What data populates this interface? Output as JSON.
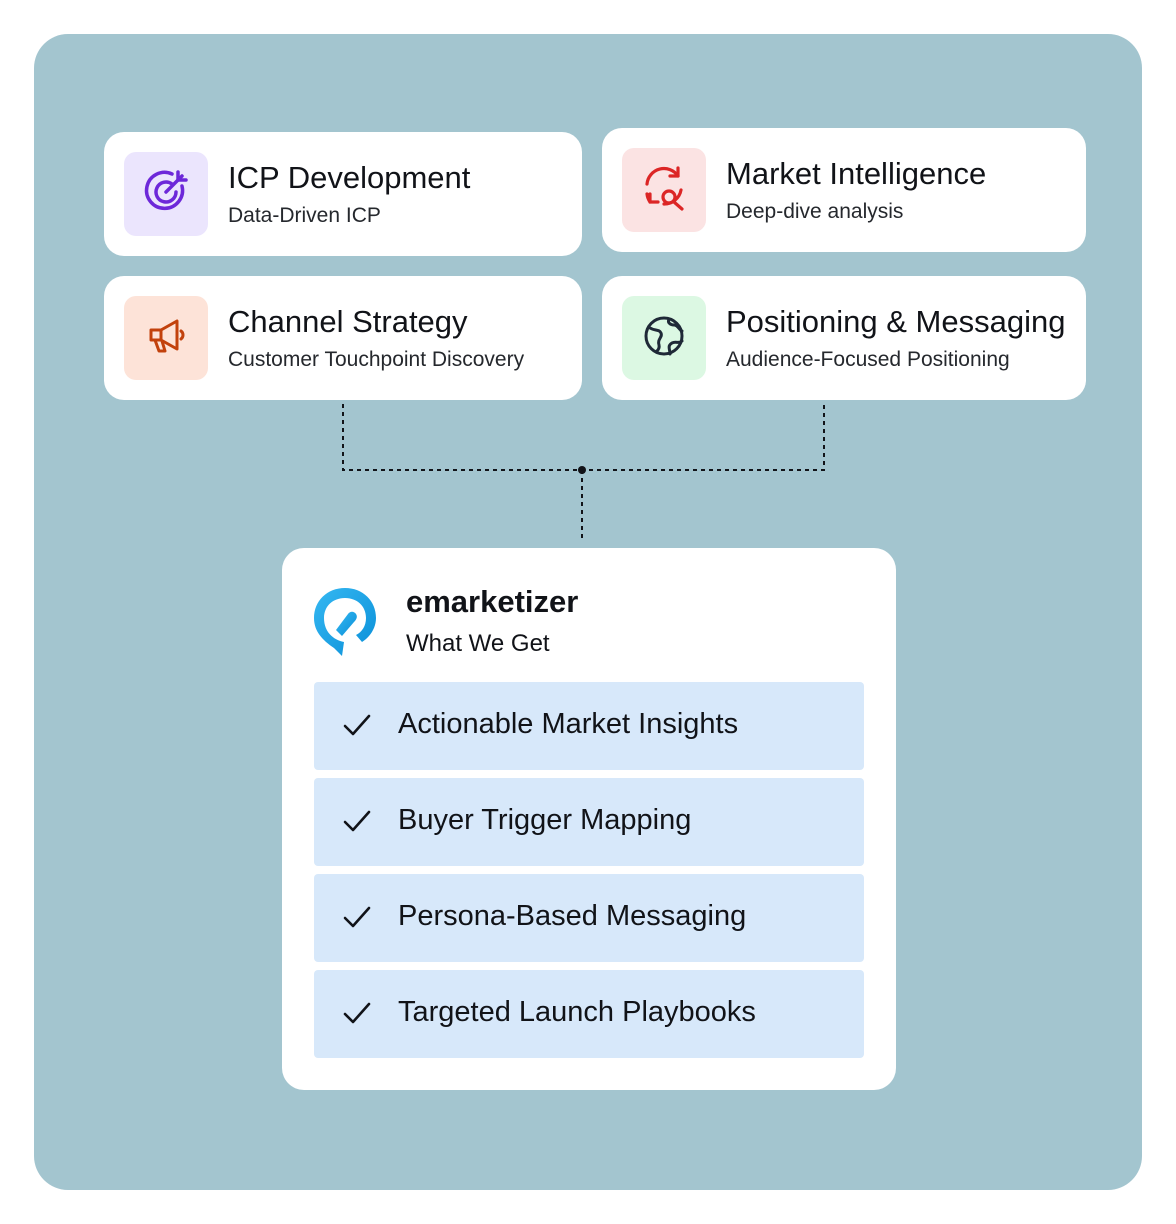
{
  "cards": [
    {
      "title": "ICP Development",
      "subtitle": "Data-Driven ICP",
      "icon": "target-icon",
      "icon_bg": "#ebe5fd",
      "icon_color": "#6d28d9"
    },
    {
      "title": "Market Intelligence",
      "subtitle": "Deep-dive analysis",
      "icon": "refresh-search-icon",
      "icon_bg": "#fbe3e3",
      "icon_color": "#dc2626"
    },
    {
      "title": "Channel Strategy",
      "subtitle": "Customer Touchpoint Discovery",
      "icon": "megaphone-icon",
      "icon_bg": "#fde3d8",
      "icon_color": "#c2410c"
    },
    {
      "title": "Positioning & Messaging",
      "subtitle": "Audience-Focused Positioning",
      "icon": "globe-icon",
      "icon_bg": "#dcf8e3",
      "icon_color": "#1f2937"
    }
  ],
  "result": {
    "brand": "emarketizer",
    "subtitle": "What We Get",
    "logo_color": "#1aa3e8",
    "items": [
      {
        "label": "Actionable Market Insights",
        "icon": "check-icon"
      },
      {
        "label": "Buyer Trigger Mapping",
        "icon": "check-icon"
      },
      {
        "label": "Persona-Based Messaging",
        "icon": "check-icon"
      },
      {
        "label": "Targeted Launch Playbooks",
        "icon": "check-icon"
      }
    ]
  },
  "colors": {
    "panel_bg": "#a3c5cf",
    "card_bg": "#ffffff",
    "benefit_bg": "#d7e8fa"
  }
}
